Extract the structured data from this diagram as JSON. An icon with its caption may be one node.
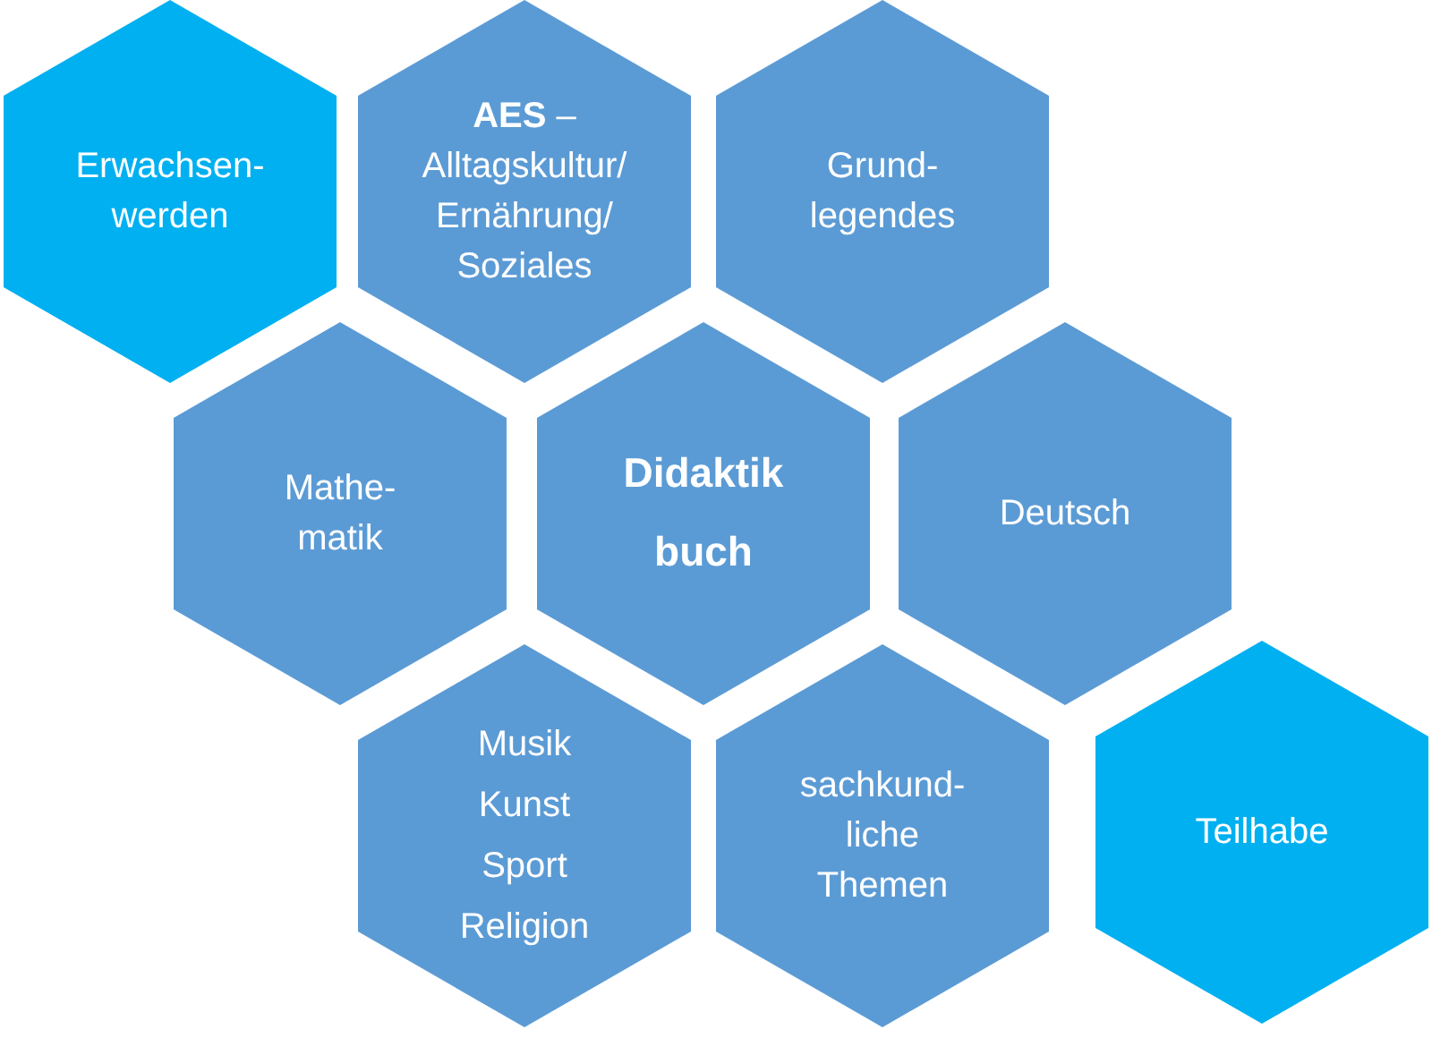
{
  "diagram": {
    "nodes": [
      {
        "text": [
          "Erwachsen- werden"
        ]
      },
      {
        "text": [
          "**AES** – Alltagskultur/ Ernährung/ Soziales"
        ]
      },
      {
        "text": [
          "Grund- legendes"
        ]
      },
      {
        "text": [
          "Mathe- matik"
        ]
      },
      {
        "text": [
          "Didaktik buch"
        ]
      },
      {
        "text": [
          "Deutsch"
        ]
      },
      {
        "text": [
          "Musik",
          "Kunst",
          "Sport",
          "Religion"
        ]
      },
      {
        "text": [
          "sachkund- liche Themen"
        ]
      },
      {
        "text": [
          "Teilhabe"
        ]
      }
    ]
  }
}
